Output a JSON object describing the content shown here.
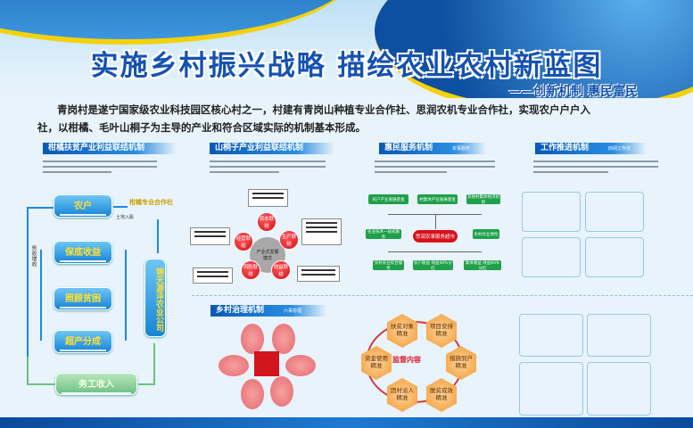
{
  "header": {
    "title": "实施乡村振兴战略  描绘农业农村新蓝图",
    "subtitle": "——创新机制  惠民富民"
  },
  "intro": {
    "line1": "青岗村是遂宁国家级农业科技园区核心村之一，村建有青岗山种植专业合作社、思润农机专业合作社，实现农户户户入",
    "line2": "社，以柑橘、毛叶山桐子为主导的产业和符合区域实际的机制基本形成。"
  },
  "sections": {
    "citrus": {
      "title": "柑橘扶贫产业利益联结机制",
      "farmer": "农户",
      "coop": "柑橘专业合作社",
      "land": "土地入股",
      "company": "锦天源泽农业公司",
      "boxes": [
        "保底收益",
        "照顾贫困",
        "超产分成"
      ],
      "labor": "务工收入",
      "income": "务收增收"
    },
    "tung": {
      "title": "山桐子产业利益联结机制",
      "center": "产业式发展模式",
      "nodes": [
        "资本联结",
        "生产联结",
        "效益联结",
        "风险联结",
        "经营联结"
      ]
    },
    "service": {
      "title": "惠民服务机制",
      "tag": "农事服务",
      "center": "思润农事服务超市",
      "top": [
        "农户产业发展基金",
        "村集体产业发展基金",
        "其他村集体经济组织"
      ],
      "left": "农业技术一站式服务",
      "right": "农村农业保险",
      "bottom": [
        "农村农业综合服务",
        "农户收益 效益40%分红",
        "集体收益 效益60%分红"
      ]
    },
    "work": {
      "title": "工作推进机制",
      "tag": "四闲工作法"
    },
    "governance": {
      "title": "乡村治理机制",
      "tag": "六事协理"
    },
    "supervision": {
      "center": "监督内容",
      "items": [
        "扶贫对象精准",
        "项目安排精准",
        "措施到户精准",
        "脱贫成效精准",
        "因村派人精准",
        "资金使用精准"
      ]
    }
  }
}
